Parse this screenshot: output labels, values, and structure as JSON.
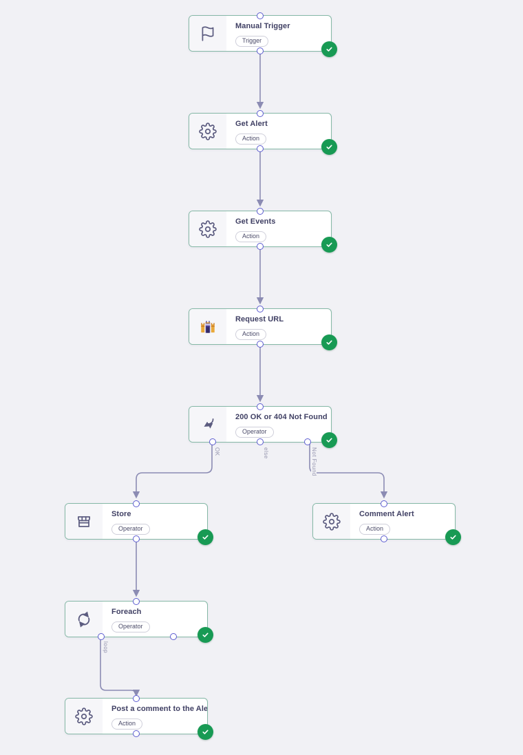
{
  "app": {
    "view": "workflow-canvas"
  },
  "colors": {
    "canvas_background": "#f1f1f5",
    "node_border": "#85b8a6",
    "node_background": "#ffffff",
    "icon_panel_background": "#f6f6f9",
    "port_ring": "#5b5bd0",
    "connector": "#8b8bb3",
    "success_badge": "#189a54",
    "title_text": "#3f3f63",
    "edge_label_text": "#9494ae"
  },
  "nodes": [
    {
      "id": "manual-trigger",
      "title": "Manual Trigger",
      "badge": "Trigger",
      "icon": "flag-icon",
      "status": "success"
    },
    {
      "id": "get-alert",
      "title": "Get Alert",
      "badge": "Action",
      "icon": "gear-icon",
      "status": "success"
    },
    {
      "id": "get-events",
      "title": "Get Events",
      "badge": "Action",
      "icon": "gear-icon",
      "status": "success"
    },
    {
      "id": "request-url",
      "title": "Request URL",
      "badge": "Action",
      "icon": "llama-app-icon",
      "status": "success"
    },
    {
      "id": "http-status-branch",
      "title": "200 OK or 404 Not Found",
      "badge": "Operator",
      "icon": "branch-icon",
      "status": "success"
    },
    {
      "id": "store",
      "title": "Store",
      "badge": "Operator",
      "icon": "store-icon",
      "status": "success"
    },
    {
      "id": "comment-alert",
      "title": "Comment Alert",
      "badge": "Action",
      "icon": "gear-icon",
      "status": "success"
    },
    {
      "id": "foreach",
      "title": "Foreach",
      "badge": "Operator",
      "icon": "loop-icon",
      "status": "success"
    },
    {
      "id": "post-comment-alert",
      "title": "Post a comment to the Alert",
      "badge": "Action",
      "icon": "gear-icon",
      "status": "success"
    }
  ],
  "edge_labels": {
    "ok": "OK",
    "else": "else",
    "not_found": "Not Found",
    "loop": "loop"
  }
}
